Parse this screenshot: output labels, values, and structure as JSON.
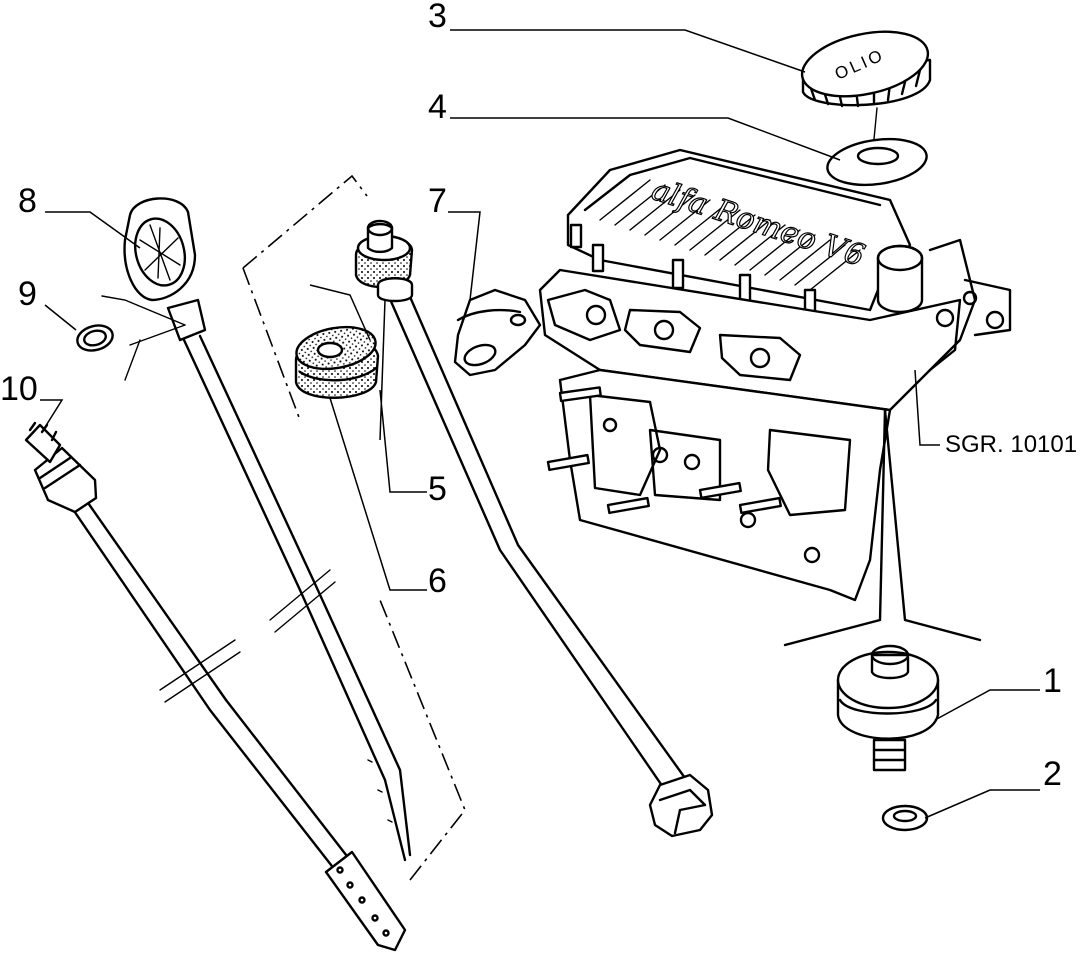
{
  "drawing_ref": "SGR. 10101",
  "parts": [
    {
      "number": "1",
      "icon": "oil-pressure-sender-icon"
    },
    {
      "number": "2",
      "icon": "sealing-washer-icon"
    },
    {
      "number": "3",
      "icon": "oil-filler-cap-icon"
    },
    {
      "number": "4",
      "icon": "cap-gasket-icon"
    },
    {
      "number": "5",
      "icon": "dipstick-guide-tube-icon"
    },
    {
      "number": "6",
      "icon": "rubber-grommet-icon"
    },
    {
      "number": "7",
      "icon": "mounting-bracket-icon"
    },
    {
      "number": "8",
      "icon": "oil-dipstick-icon"
    },
    {
      "number": "9",
      "icon": "o-ring-icon"
    },
    {
      "number": "10",
      "icon": "oil-level-sensor-icon"
    }
  ],
  "cap_text": "OLIO",
  "cover_logo_text": "alfa Romeo V6"
}
